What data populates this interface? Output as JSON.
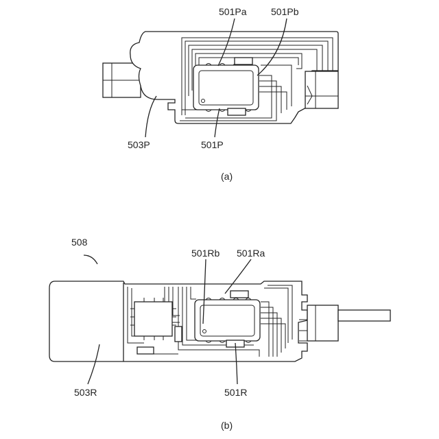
{
  "figure_a": {
    "caption": "(a)",
    "labels": {
      "pad_a": "501Pa",
      "pad_b": "501Pb",
      "body": "503P",
      "chip": "501P"
    }
  },
  "figure_b": {
    "caption": "(b)",
    "labels": {
      "group": "508",
      "pad_b": "501Rb",
      "pad_a": "501Ra",
      "body": "503R",
      "chip": "501R"
    }
  }
}
